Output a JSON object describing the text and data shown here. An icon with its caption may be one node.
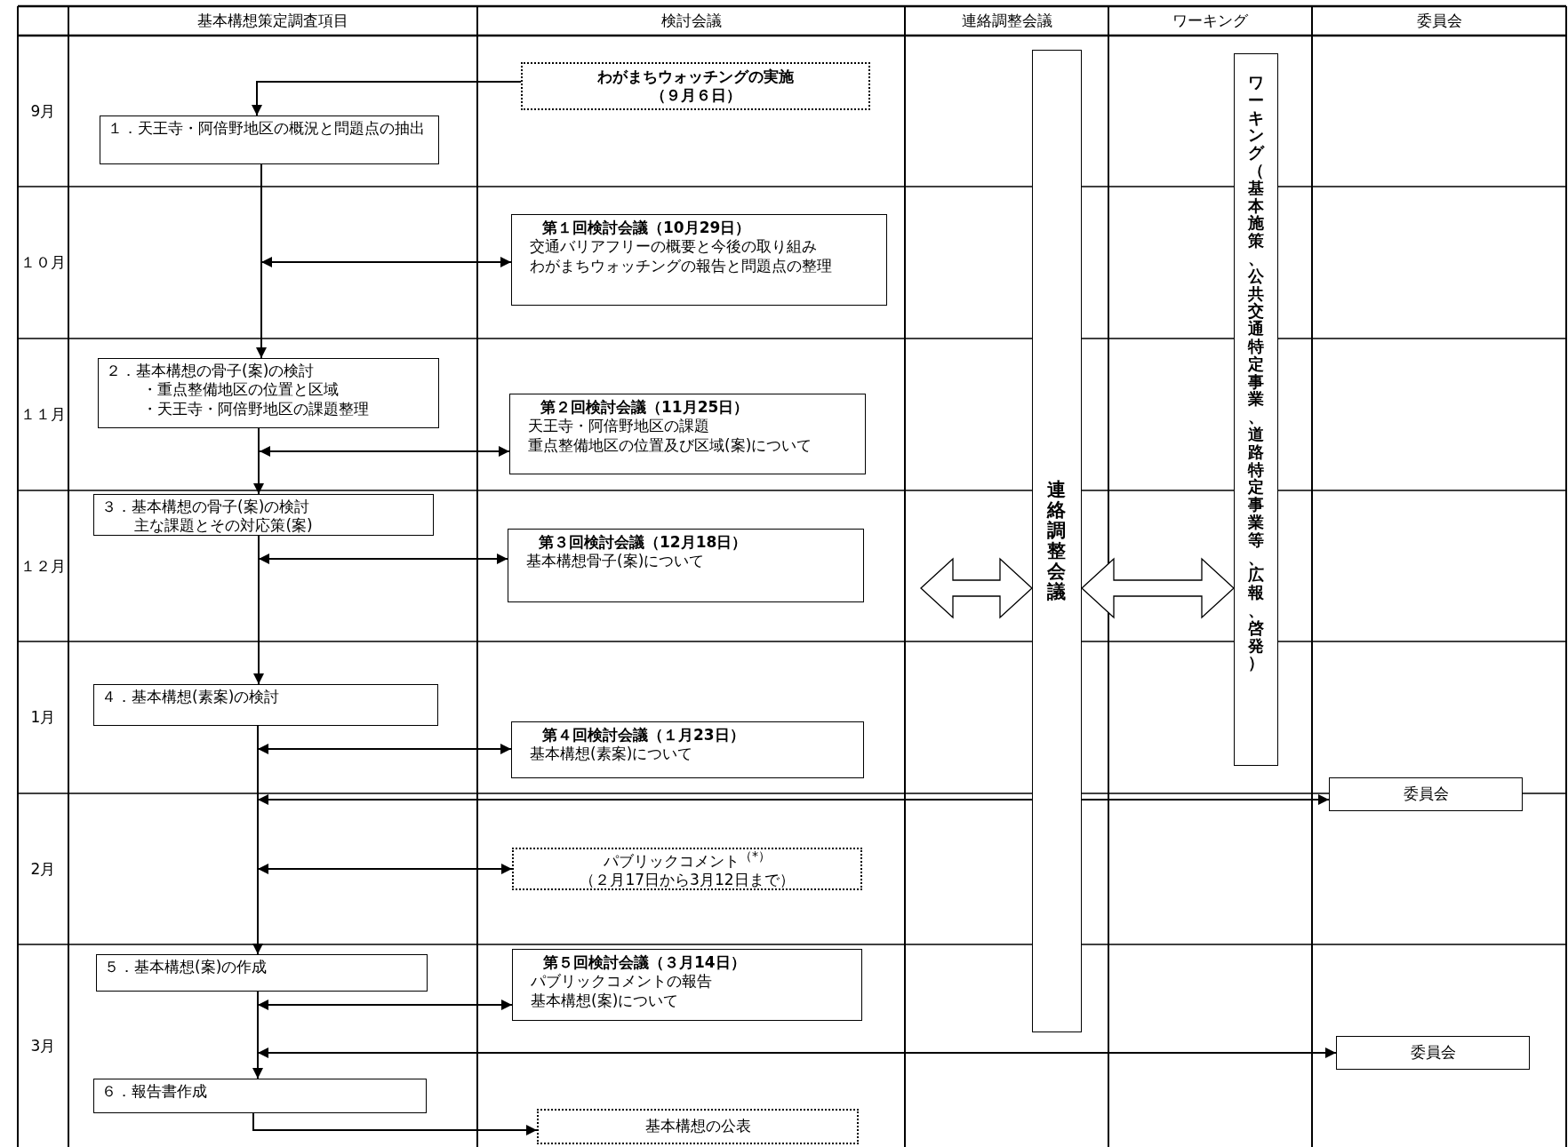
{
  "diagram": {
    "nodes": [
      {
        "text": [
          "わがまちウォッチングの実施",
          "（９月６日）"
        ]
      },
      {
        "text": [
          "１．天王寺・阿倍野地区の概況と問題点の抽出"
        ]
      },
      {
        "text": [
          "第１回検討会議（10月29日）",
          "交通バリアフリーの概要と今後の取り組み",
          "わがまちウォッチングの報告と問題点の整理"
        ]
      },
      {
        "text": [
          "２．基本構想の骨子(案)の検討",
          "・重点整備地区の位置と区域",
          "・天王寺・阿倍野地区の課題整理"
        ]
      },
      {
        "text": [
          "第２回検討会議（11月25日）",
          "天王寺・阿倍野地区の課題",
          "重点整備地区の位置及び区域(案)について"
        ]
      },
      {
        "text": [
          "３．基本構想の骨子(案)の検討",
          "主な課題とその対応策(案)"
        ]
      },
      {
        "text": [
          "第３回検討会議（12月18日）",
          "基本構想骨子(案)について"
        ]
      },
      {
        "text": [
          "４．基本構想(素案)の検討"
        ]
      },
      {
        "text": [
          "第４回検討会議（１月23日）",
          "基本構想(素案)について"
        ]
      },
      {
        "text": [
          "委員会"
        ]
      },
      {
        "text": [
          "パブリックコメント$^{（*）}$",
          "（２月17日から3月12日まで）"
        ]
      },
      {
        "text": [
          "５．基本構想(案)の作成"
        ]
      },
      {
        "text": [
          "第５回検討会議（３月14日）",
          "パブリックコメントの報告",
          "基本構想(案)について"
        ]
      },
      {
        "text": [
          "委員会"
        ]
      },
      {
        "text": [
          "６．報告書作成"
        ]
      },
      {
        "text": [
          "基本構想の公表"
        ]
      },
      {
        "text": [
          "連絡調整会議"
        ]
      },
      {
        "text": [
          "ワーキング（基本施策、公共交通特定事業、道路特定事業等、広報、啓発）"
        ]
      }
    ],
    "edges": [
      {
        "from": 0,
        "to": 1,
        "arrow": "to"
      },
      {
        "from": 1,
        "to": 3,
        "arrow": "to"
      },
      {
        "from": null,
        "to": 2,
        "arrow": "both"
      },
      {
        "from": 3,
        "to": 5,
        "arrow": "to"
      },
      {
        "from": 3,
        "to": 4,
        "arrow": "both"
      },
      {
        "from": 5,
        "to": 7,
        "arrow": "to"
      },
      {
        "from": 5,
        "to": 6,
        "arrow": "both"
      },
      {
        "from": 7,
        "to": 11,
        "arrow": "to"
      },
      {
        "from": 7,
        "to": 8,
        "arrow": "both"
      },
      {
        "from": null,
        "to": 9,
        "arrow": "both"
      },
      {
        "from": null,
        "to": 10,
        "arrow": "both"
      },
      {
        "from": 11,
        "to": 14,
        "arrow": "to"
      },
      {
        "from": 11,
        "to": 12,
        "arrow": "both"
      },
      {
        "from": 14,
        "to": 13,
        "arrow": "both"
      },
      {
        "from": 14,
        "to": 15,
        "arrow": "to"
      },
      {
        "from": null,
        "to": 16,
        "arrow": "both",
        "style": "thick"
      },
      {
        "from": 16,
        "to": 17,
        "arrow": "both",
        "style": "thick"
      }
    ],
    "labels": [
      "基本構想策定調査項目",
      "検討会議",
      "連絡調整会議",
      "ワーキング",
      "委員会",
      "9月",
      "１０月",
      "１１月",
      "１２月",
      "1月",
      "2月",
      "3月"
    ]
  }
}
